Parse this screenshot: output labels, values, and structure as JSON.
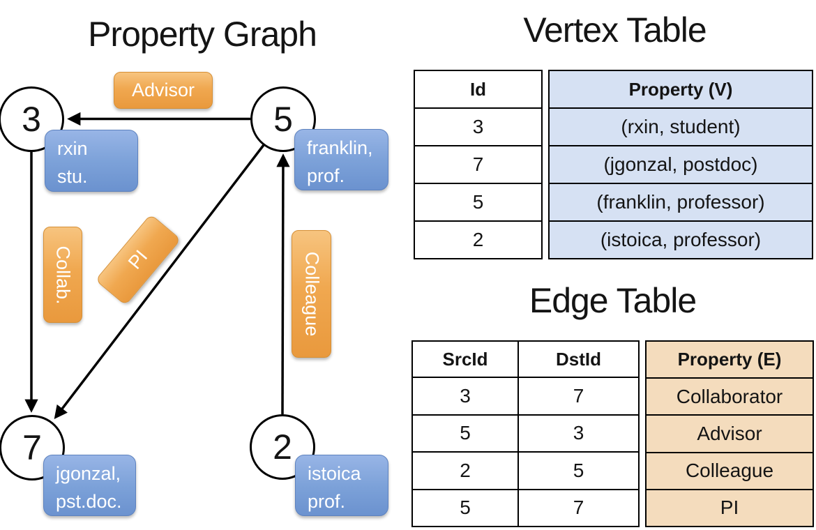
{
  "graph": {
    "title": "Property Graph",
    "nodes": [
      {
        "id": "3",
        "label": "3"
      },
      {
        "id": "5",
        "label": "5"
      },
      {
        "id": "7",
        "label": "7"
      },
      {
        "id": "2",
        "label": "2"
      }
    ],
    "vertex_boxes": [
      {
        "node": "3",
        "lines": [
          "rxin",
          "stu."
        ]
      },
      {
        "node": "5",
        "lines": [
          "franklin,",
          "prof."
        ]
      },
      {
        "node": "7",
        "lines": [
          "jgonzal,",
          "pst.doc."
        ]
      },
      {
        "node": "2",
        "lines": [
          "istoica",
          "prof."
        ]
      }
    ],
    "edges": [
      {
        "from": "5",
        "to": "3",
        "label": "Advisor"
      },
      {
        "from": "3",
        "to": "7",
        "label": "Collab."
      },
      {
        "from": "5",
        "to": "7",
        "label": "PI"
      },
      {
        "from": "2",
        "to": "5",
        "label": "Colleague"
      }
    ]
  },
  "vertex_table": {
    "title": "Vertex Table",
    "columns": [
      "Id",
      "Property (V)"
    ],
    "rows": [
      [
        "3",
        "(rxin, student)"
      ],
      [
        "7",
        "(jgonzal, postdoc)"
      ],
      [
        "5",
        "(franklin, professor)"
      ],
      [
        "2",
        "(istoica, professor)"
      ]
    ]
  },
  "edge_table": {
    "title": "Edge Table",
    "columns": [
      "SrcId",
      "DstId",
      "Property (E)"
    ],
    "rows": [
      [
        "3",
        "7",
        "Collaborator"
      ],
      [
        "5",
        "3",
        "Advisor"
      ],
      [
        "2",
        "5",
        "Colleague"
      ],
      [
        "5",
        "7",
        "PI"
      ]
    ]
  },
  "colors": {
    "edge_label_orange": "#f0a850",
    "vertex_box_blue": "#7da2d9",
    "vertex_property_cell": "#d6e1f3",
    "edge_property_cell": "#f4dcbd",
    "line_black": "#000000",
    "text_white": "#ffffff"
  }
}
